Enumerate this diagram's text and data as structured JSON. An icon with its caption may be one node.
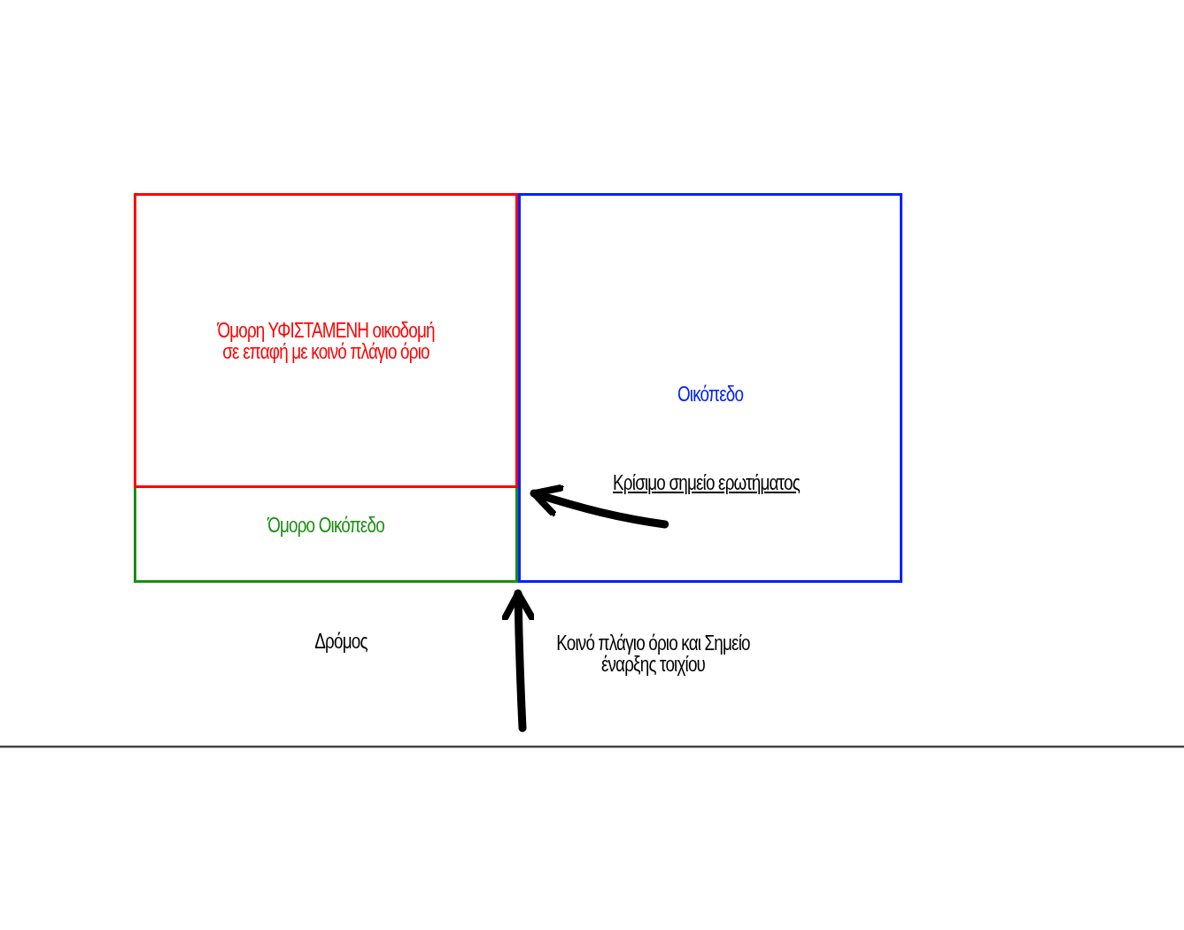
{
  "diagram": {
    "nodes": [
      {
        "text": [
          "Όμορο Οικόπεδο"
        ]
      },
      {
        "text": [
          "Όμορη ΥΦΙΣΤΑΜΕΝΗ οικοδομή σε επαφή με κοινό πλάγιο όριο"
        ],
        "in": 0
      },
      {
        "text": [
          "Οικόπεδο"
        ]
      },
      {
        "text": [
          "Κρίσιμο σημείο ερωτήματος"
        ],
        "in": 2
      }
    ],
    "edges": [
      {
        "from": 3,
        "to": 1,
        "arrow": "to"
      },
      {
        "from": null,
        "to": 2,
        "arrow": "to"
      }
    ],
    "labels": [
      "Δρόμος",
      "Κοινό πλάγιο όριο και Σημείο έναρξης τοιχίου"
    ]
  }
}
